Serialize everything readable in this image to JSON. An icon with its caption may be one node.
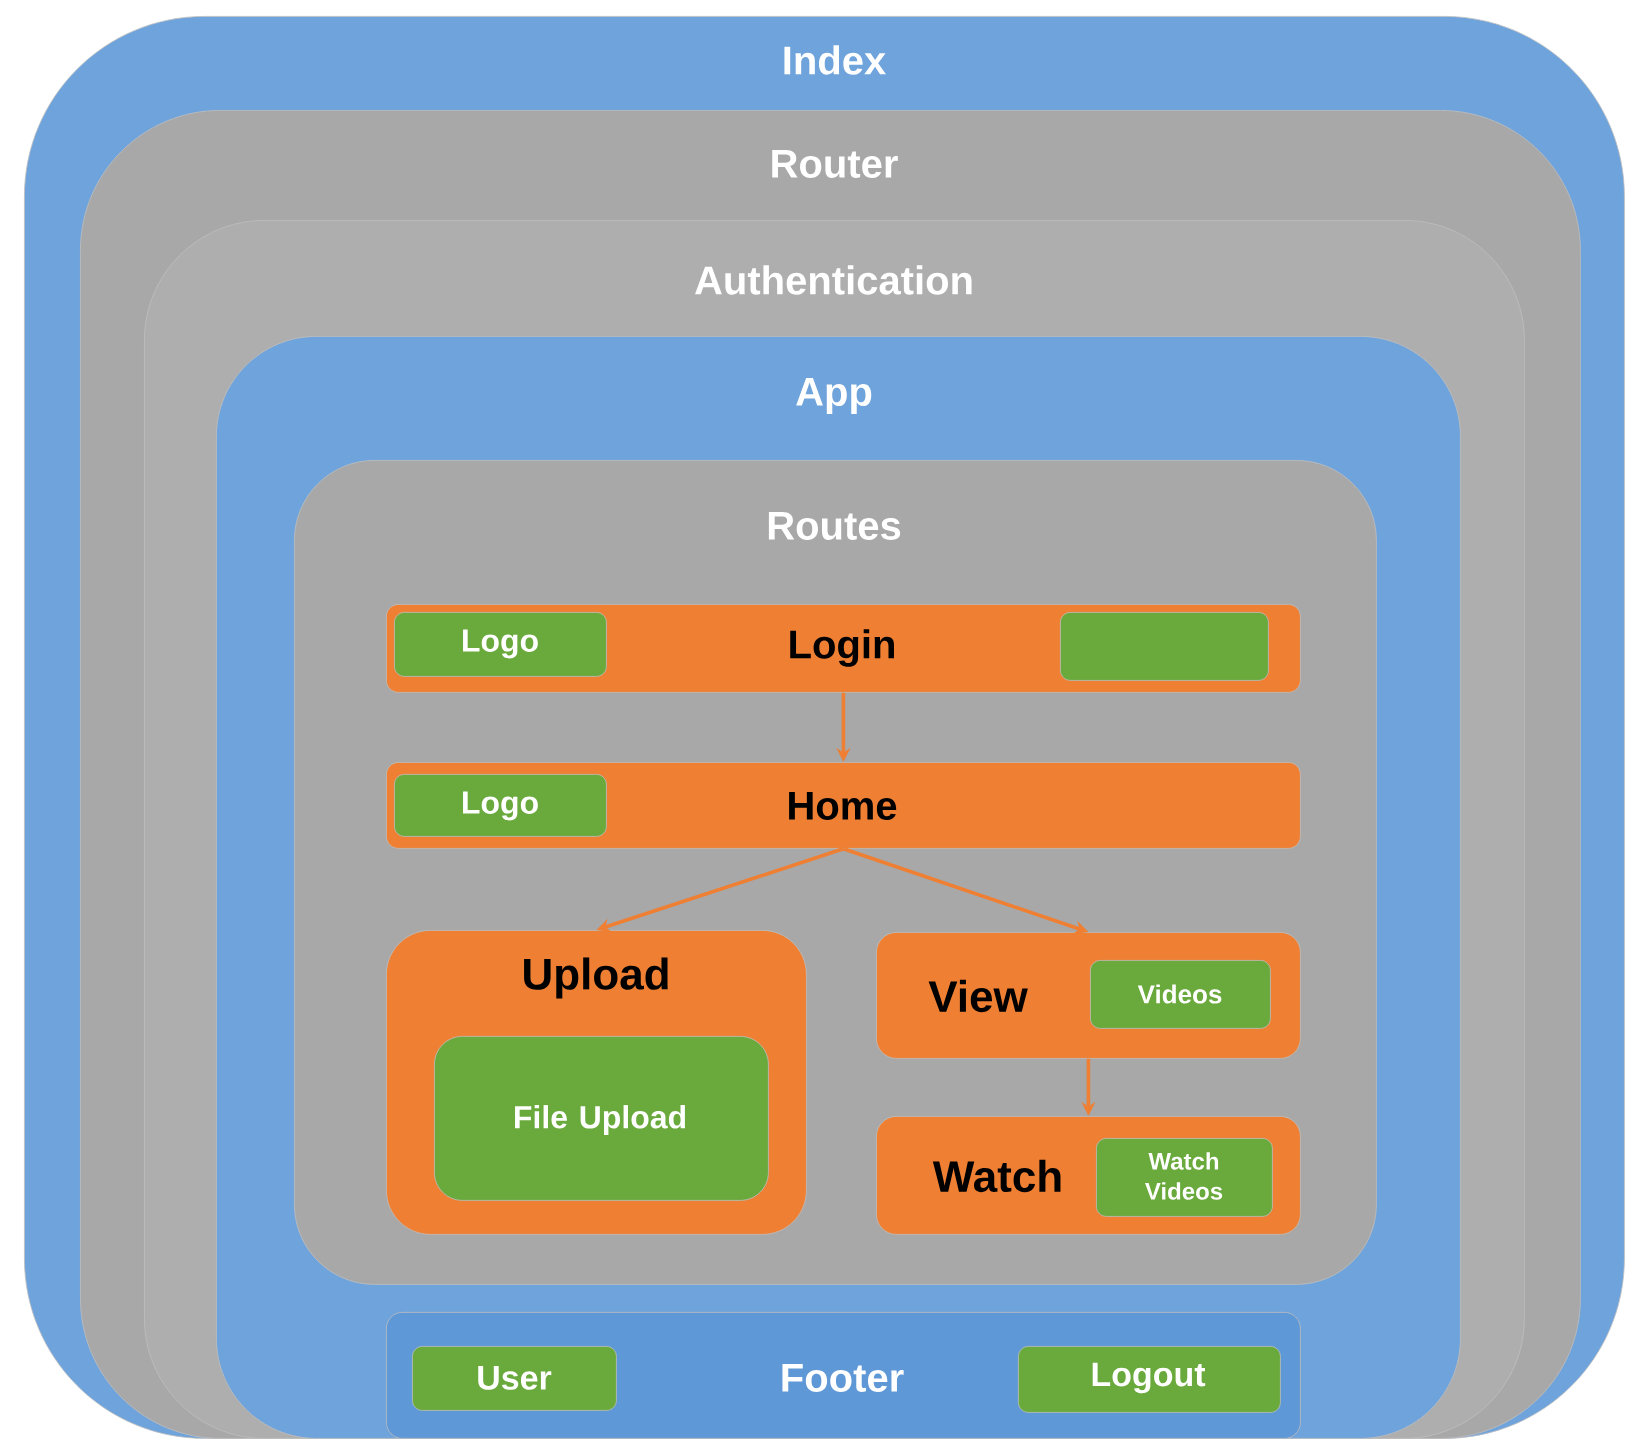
{
  "diagram": {
    "nodes": [
      {
        "text": [
          "Index"
        ]
      },
      {
        "text": [
          "Router"
        ],
        "in": 0
      },
      {
        "text": [
          "Authentication"
        ],
        "in": 1
      },
      {
        "text": [
          "App"
        ],
        "in": 2
      },
      {
        "text": [
          "Routes"
        ],
        "in": 3
      },
      {
        "text": [
          "Login"
        ],
        "in": 4
      },
      {
        "text": [
          "Logo"
        ],
        "in": 5
      },
      {
        "text": [],
        "shape": "box",
        "in": 5
      },
      {
        "text": [
          "Home"
        ],
        "in": 4
      },
      {
        "text": [
          "Logo"
        ],
        "in": 8
      },
      {
        "text": [
          "Upload"
        ],
        "in": 4
      },
      {
        "text": [
          "File Upload"
        ],
        "in": 10
      },
      {
        "text": [
          "View"
        ],
        "in": 4
      },
      {
        "text": [
          "Videos"
        ],
        "in": 12
      },
      {
        "text": [
          "Watch"
        ],
        "in": 4
      },
      {
        "text": [
          "Watch Videos"
        ],
        "in": 14
      },
      {
        "text": [
          "Footer"
        ],
        "in": 3
      },
      {
        "text": [
          "User"
        ],
        "in": 16
      },
      {
        "text": [
          "Logout"
        ],
        "in": 16
      }
    ],
    "edges": [
      {
        "from": 5,
        "to": 8,
        "arrow": "to"
      },
      {
        "from": 8,
        "to": 10,
        "arrow": "to"
      },
      {
        "from": 8,
        "to": 12,
        "arrow": "to"
      },
      {
        "from": 12,
        "to": 14,
        "arrow": "to"
      }
    ]
  }
}
